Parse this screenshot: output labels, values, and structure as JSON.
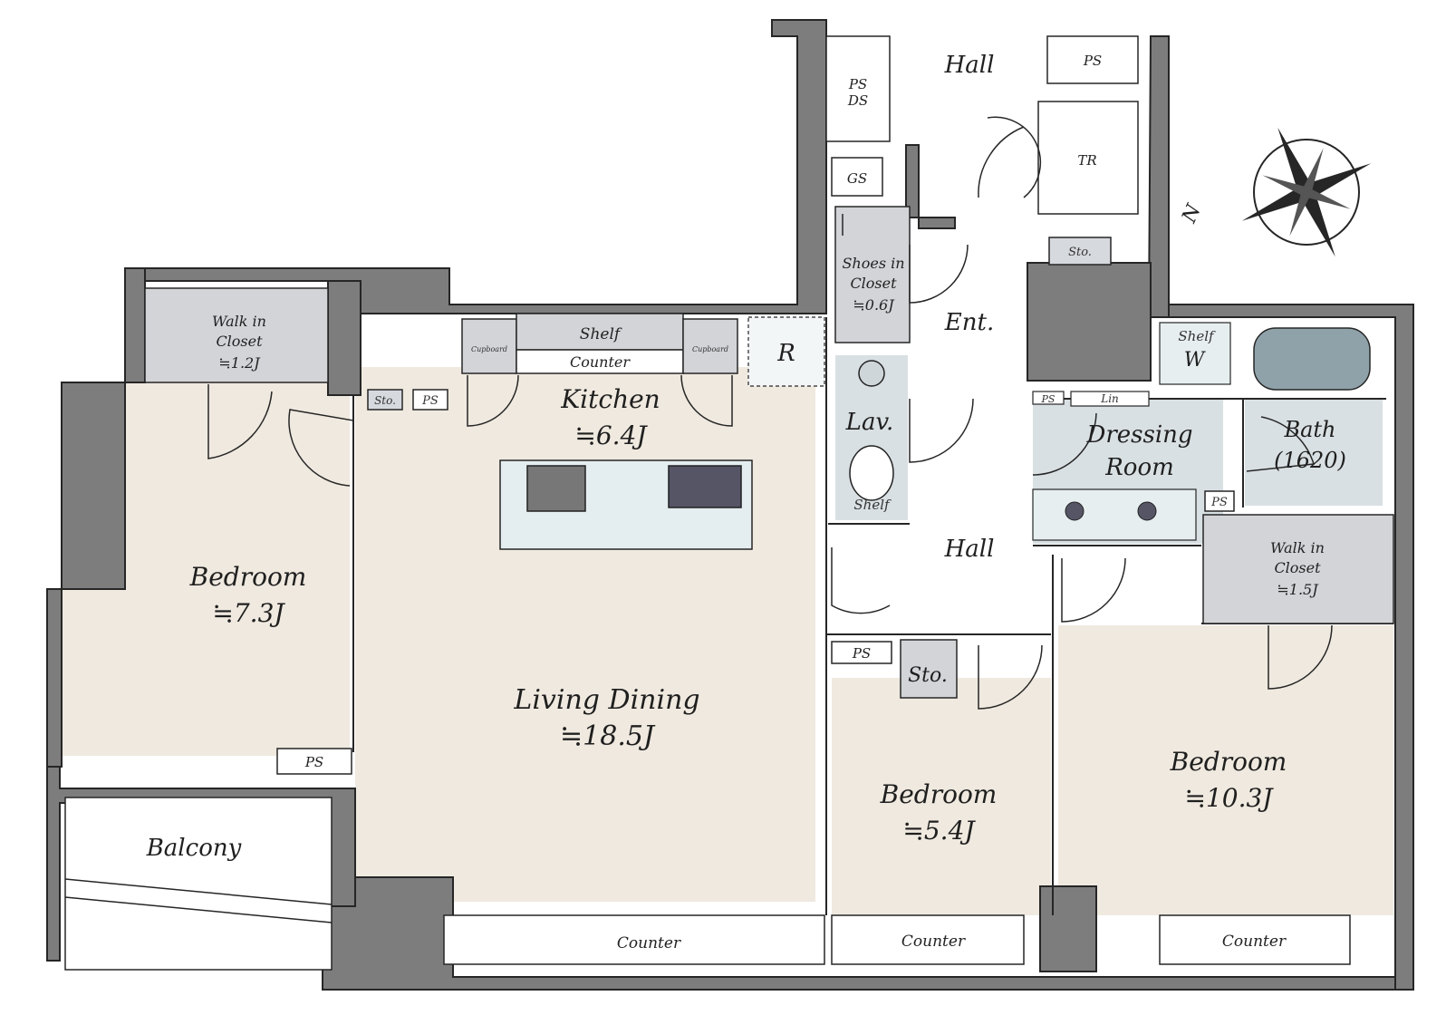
{
  "colors": {
    "wall": "#7d7d7d",
    "wall_edge": "#262626",
    "floor": "#efe9df",
    "wet_area": "#d9e0e3",
    "closet": "#d2d4d8",
    "counter": "#ffffff",
    "background": "#ffffff"
  },
  "rooms": {
    "bedroom_west": {
      "name": "Bedroom",
      "area": "≒7.3J"
    },
    "living_dining": {
      "name": "Living Dining",
      "area": "≒18.5J"
    },
    "kitchen": {
      "name": "Kitchen",
      "area": "≒6.4J"
    },
    "bedroom_middle": {
      "name": "Bedroom",
      "area": "≒5.4J"
    },
    "bedroom_east": {
      "name": "Bedroom",
      "area": "≒10.3J"
    },
    "balcony": {
      "name": "Balcony"
    },
    "entrance": {
      "name": "Ent."
    },
    "hall_top": {
      "name": "Hall"
    },
    "hall_middle": {
      "name": "Hall"
    },
    "lavatory": {
      "name": "Lav."
    },
    "dressing_room": {
      "name_line1": "Dressing",
      "name_line2": "Room"
    },
    "bath": {
      "name": "Bath",
      "size": "(1620)"
    }
  },
  "closets": {
    "walk_in_west": {
      "line1": "Walk in",
      "line2": "Closet",
      "area": "≒1.2J"
    },
    "walk_in_east": {
      "line1": "Walk in",
      "line2": "Closet",
      "area": "≒1.5J"
    },
    "shoes_in": {
      "line1": "Shoes in",
      "line2": "Closet",
      "area": "≒0.6J"
    }
  },
  "labels": {
    "ps": "PS",
    "ps_ds_line1": "PS",
    "ps_ds_line2": "DS",
    "gs": "GS",
    "tr": "TR",
    "sto": "Sto.",
    "sto_large": "Sto.",
    "refrigerator": "R",
    "shelf": "Shelf",
    "counter": "Counter",
    "cupboard": "Cupboard",
    "lin": "Lin",
    "washer": "W",
    "compass_north": "N"
  }
}
